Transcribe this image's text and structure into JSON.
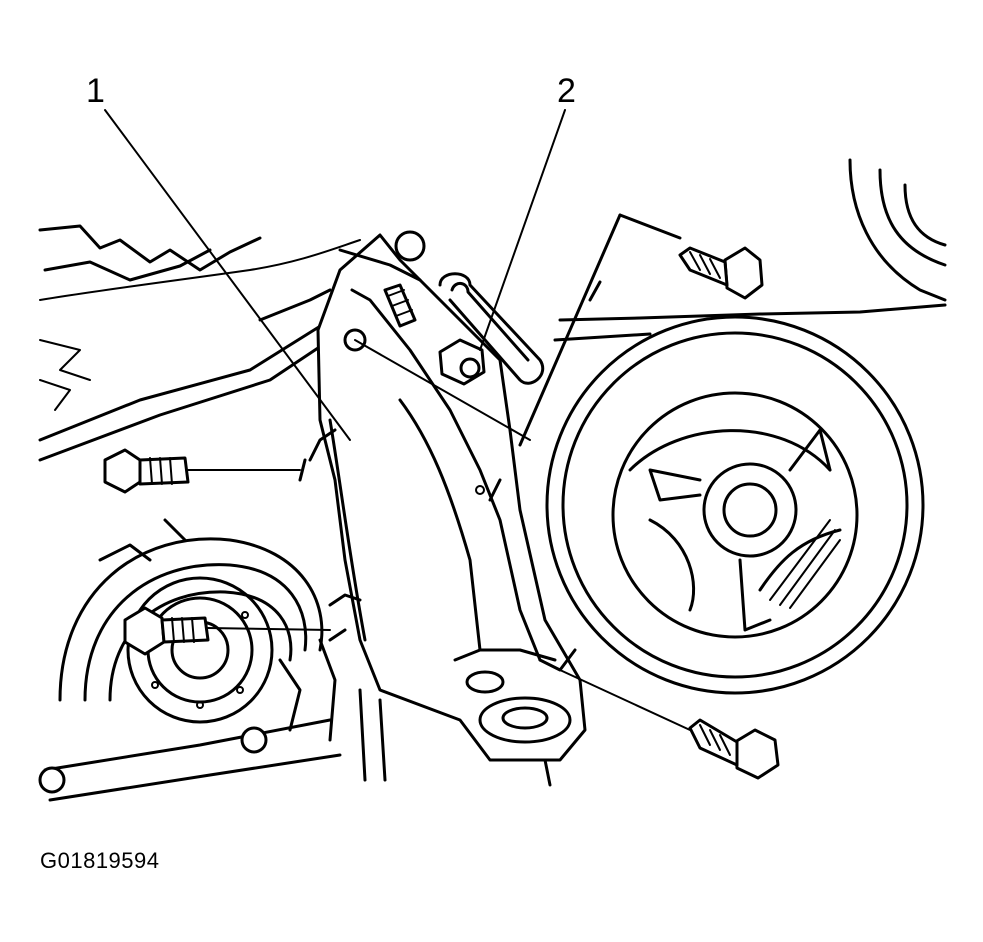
{
  "figure": {
    "id": "G01819594",
    "callouts": [
      {
        "number": "1"
      },
      {
        "number": "2"
      }
    ]
  }
}
